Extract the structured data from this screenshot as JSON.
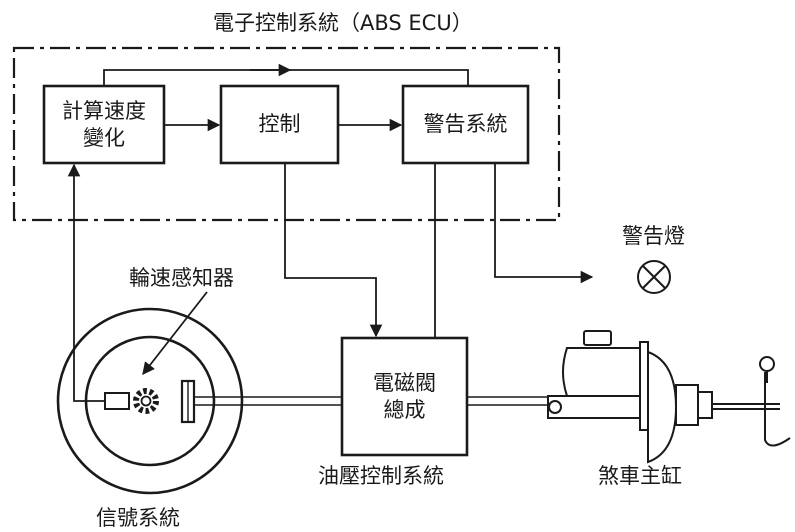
{
  "diagram": {
    "ecu_title": "電子控制系統（ABS ECU）",
    "blocks": {
      "speed_calc": "計算速度\n變化",
      "control": "控制",
      "warning_system": "警告系統",
      "solenoid_valve": "電磁閥\n總成"
    },
    "labels": {
      "warning_lamp": "警告燈",
      "wheel_speed_sensor": "輪速感知器",
      "hydraulic_control_system": "油壓控制系統",
      "master_cylinder": "煞車主缸",
      "signal_system": "信號系統"
    },
    "colors": {
      "line": "#1a1a1a",
      "background": "#ffffff"
    }
  }
}
